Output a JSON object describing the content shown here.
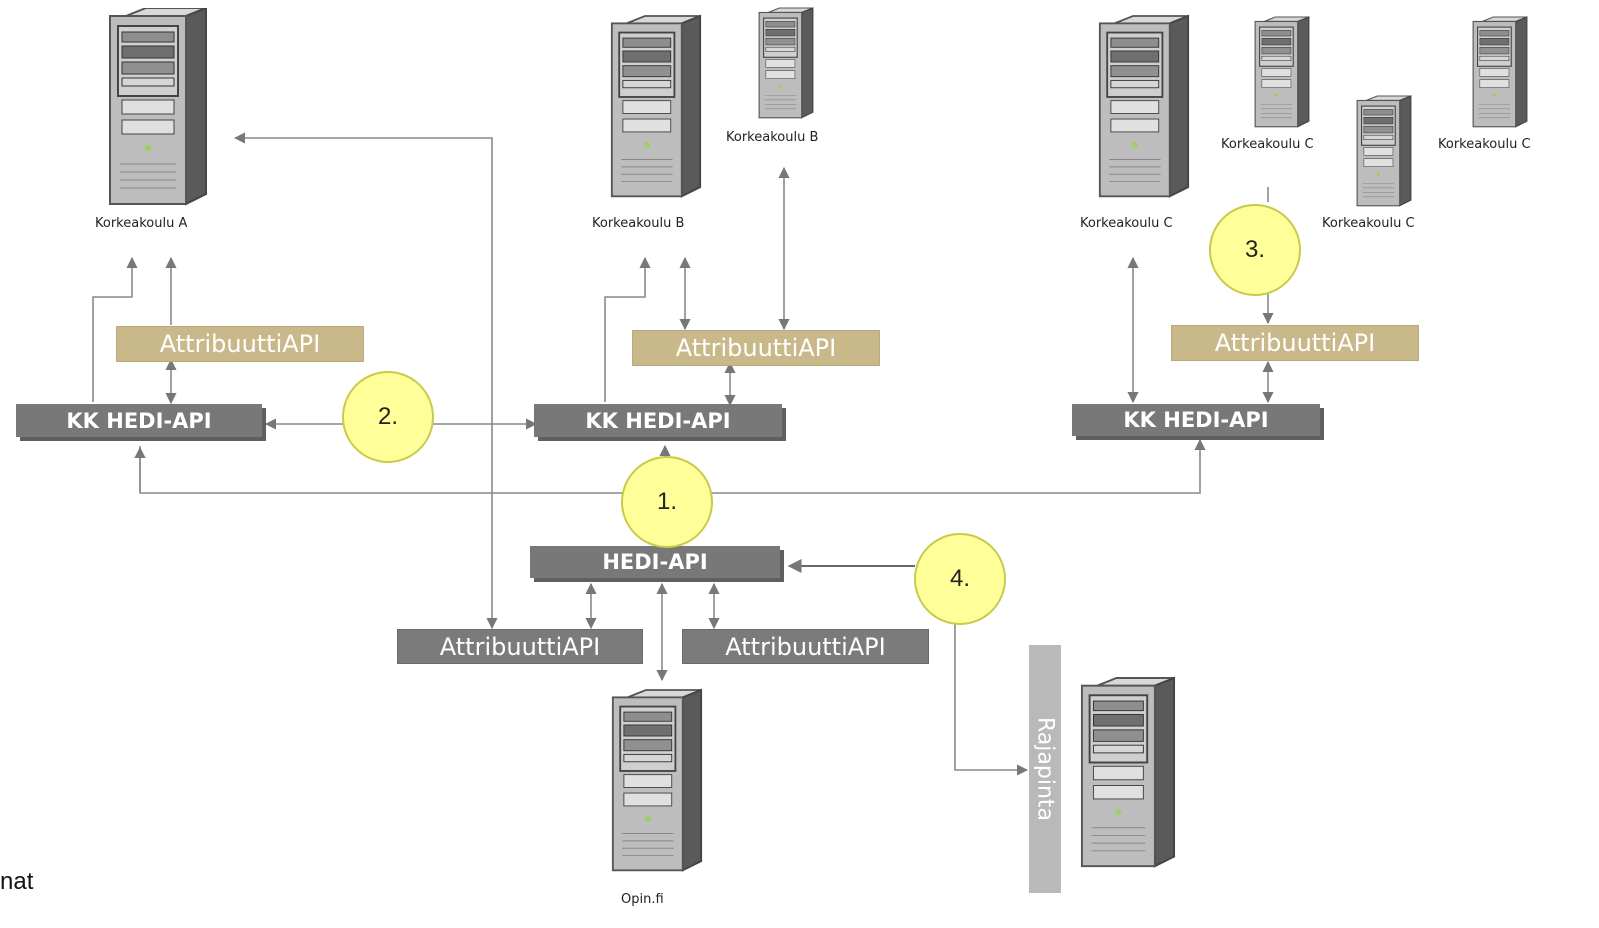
{
  "servers": {
    "a": "Korkeakoulu A",
    "b_main": "Korkeakoulu B",
    "b_small": "Korkeakoulu B",
    "c_main": "Korkeakoulu C",
    "c_small1": "Korkeakoulu C",
    "c_small2": "Korkeakoulu C",
    "c_small3": "Korkeakoulu C",
    "opin": "Opin.fi"
  },
  "apis": {
    "kk_a": "KK HEDI-API",
    "kk_b": "KK HEDI-API",
    "kk_c": "KK HEDI-API",
    "hedi": "HEDI-API"
  },
  "attribute_apis": {
    "a": "AttribuuttiAPI",
    "b": "AttribuuttiAPI",
    "c": "AttribuuttiAPI",
    "left": "AttribuuttiAPI",
    "right": "AttribuuttiAPI"
  },
  "steps": [
    "1.",
    "2.",
    "3.",
    "4."
  ],
  "rajapinta": "Rajapinta",
  "side_text": "nat",
  "colors": {
    "api_box": "#787878",
    "attribute_gold": "#c9b98a",
    "attribute_gray": "#7b7b7b",
    "step_circle": "#ffff99",
    "connector": "#808080",
    "rajapinta": "#b9b9b9"
  }
}
